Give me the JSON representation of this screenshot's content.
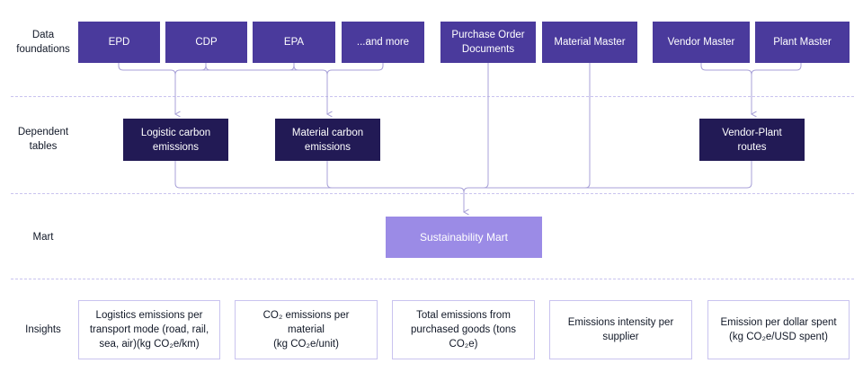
{
  "rows": {
    "foundations": "Data\nfoundations",
    "dependent": "Dependent\ntables",
    "mart": "Mart",
    "insights": "Insights"
  },
  "foundations": {
    "epd": "EPD",
    "cdp": "CDP",
    "epa": "EPA",
    "more": "...and more",
    "purchase_order": "Purchase Order\nDocuments",
    "material_master": "Material Master",
    "vendor_master": "Vendor Master",
    "plant_master": "Plant Master"
  },
  "dependent": {
    "logistic": "Logistic carbon\nemissions",
    "material": "Material carbon\nemissions",
    "vendor_plant": "Vendor-Plant routes"
  },
  "mart": {
    "sustainability": "Sustainability Mart"
  },
  "insights": {
    "logistics": "Logistics emissions per\ntransport mode (road, rail,\nsea, air)(kg CO₂e/km)",
    "co2_material": "CO₂ emissions per material\n(kg CO₂e/unit)",
    "total": "Total emissions from\npurchased goods (tons CO₂e)",
    "intensity": "Emissions intensity per\nsupplier",
    "per_dollar": "Emission per dollar spent\n(kg CO₂e/USD spent)"
  },
  "colors": {
    "foundation": "#4a3a9c",
    "dependent": "#221a55",
    "mart": "#9b8be6",
    "connector": "#a9a2d8",
    "insight_border": "#c9c3ef"
  }
}
